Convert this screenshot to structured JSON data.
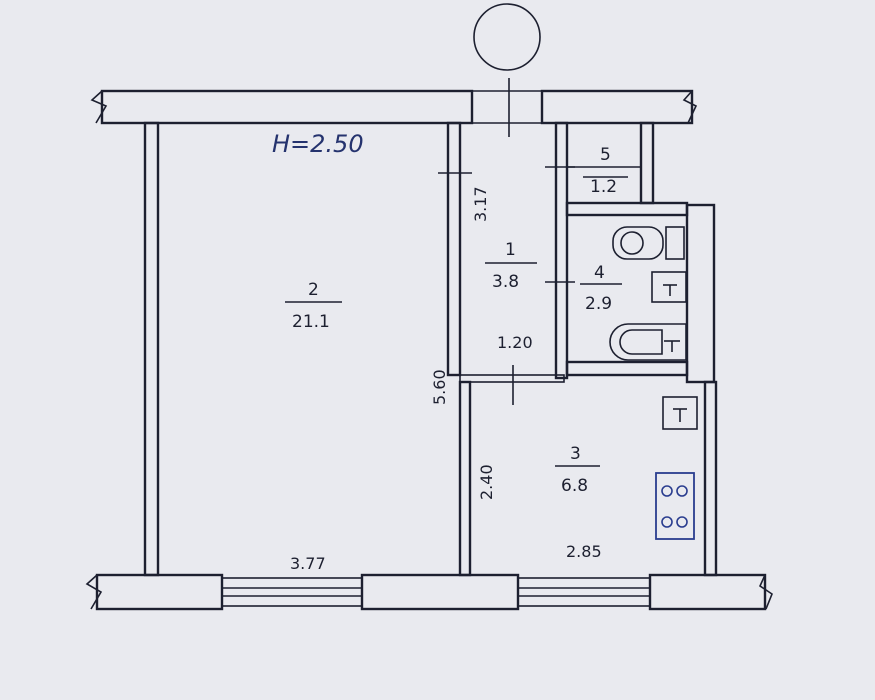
{
  "ceiling_height": "H=2.50",
  "rooms": [
    {
      "number": "1",
      "area": "3.8"
    },
    {
      "number": "2",
      "area": "21.1"
    },
    {
      "number": "3",
      "area": "6.8"
    },
    {
      "number": "4",
      "area": "2.9"
    },
    {
      "number": "5",
      "area": "1.2"
    }
  ],
  "dimensions": {
    "d1": "3.17",
    "d2": "5.60",
    "d3": "1.20",
    "d4": "2.40",
    "d5": "3.77",
    "d6": "2.85"
  },
  "colors": {
    "ink": "#1d2030",
    "pen": "#25336e",
    "stove": "#2a3d8f",
    "paper": "#e9eaef"
  }
}
